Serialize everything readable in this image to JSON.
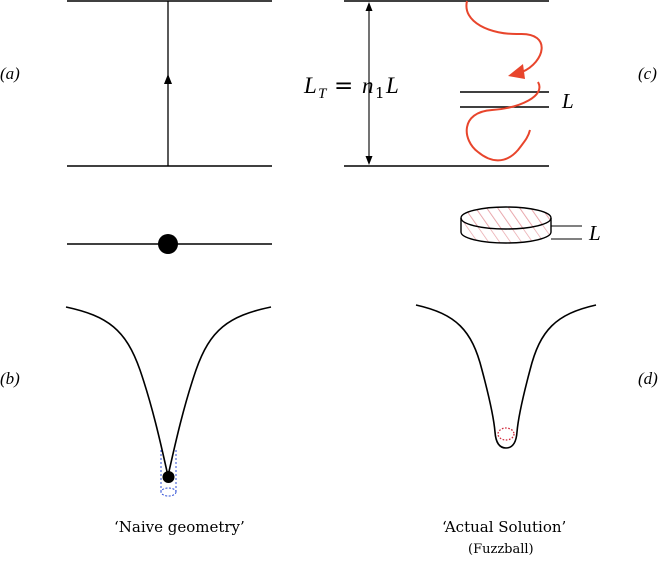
{
  "labels": {
    "panel_a": "(a)",
    "panel_b": "(b)",
    "panel_c": "(c)",
    "panel_d": "(d)",
    "lt_equation_lhs": "L",
    "lt_equation_sub": "T",
    "lt_equation_rhs": "= n",
    "lt_equation_rhs_sub": "1",
    "lt_equation_tail": "L",
    "strip_label": "L",
    "ring_label": "L",
    "caption_left": "‘Naive geometry’",
    "caption_right": "‘Actual Solution’",
    "caption_right_sub": "(Fuzzball)"
  },
  "colors": {
    "ink": "#000000",
    "wave": "#e8452c",
    "hatch": "#e7a3a8",
    "dotted_blue": "#2f4fd6",
    "dotted_red": "#d0283a"
  }
}
